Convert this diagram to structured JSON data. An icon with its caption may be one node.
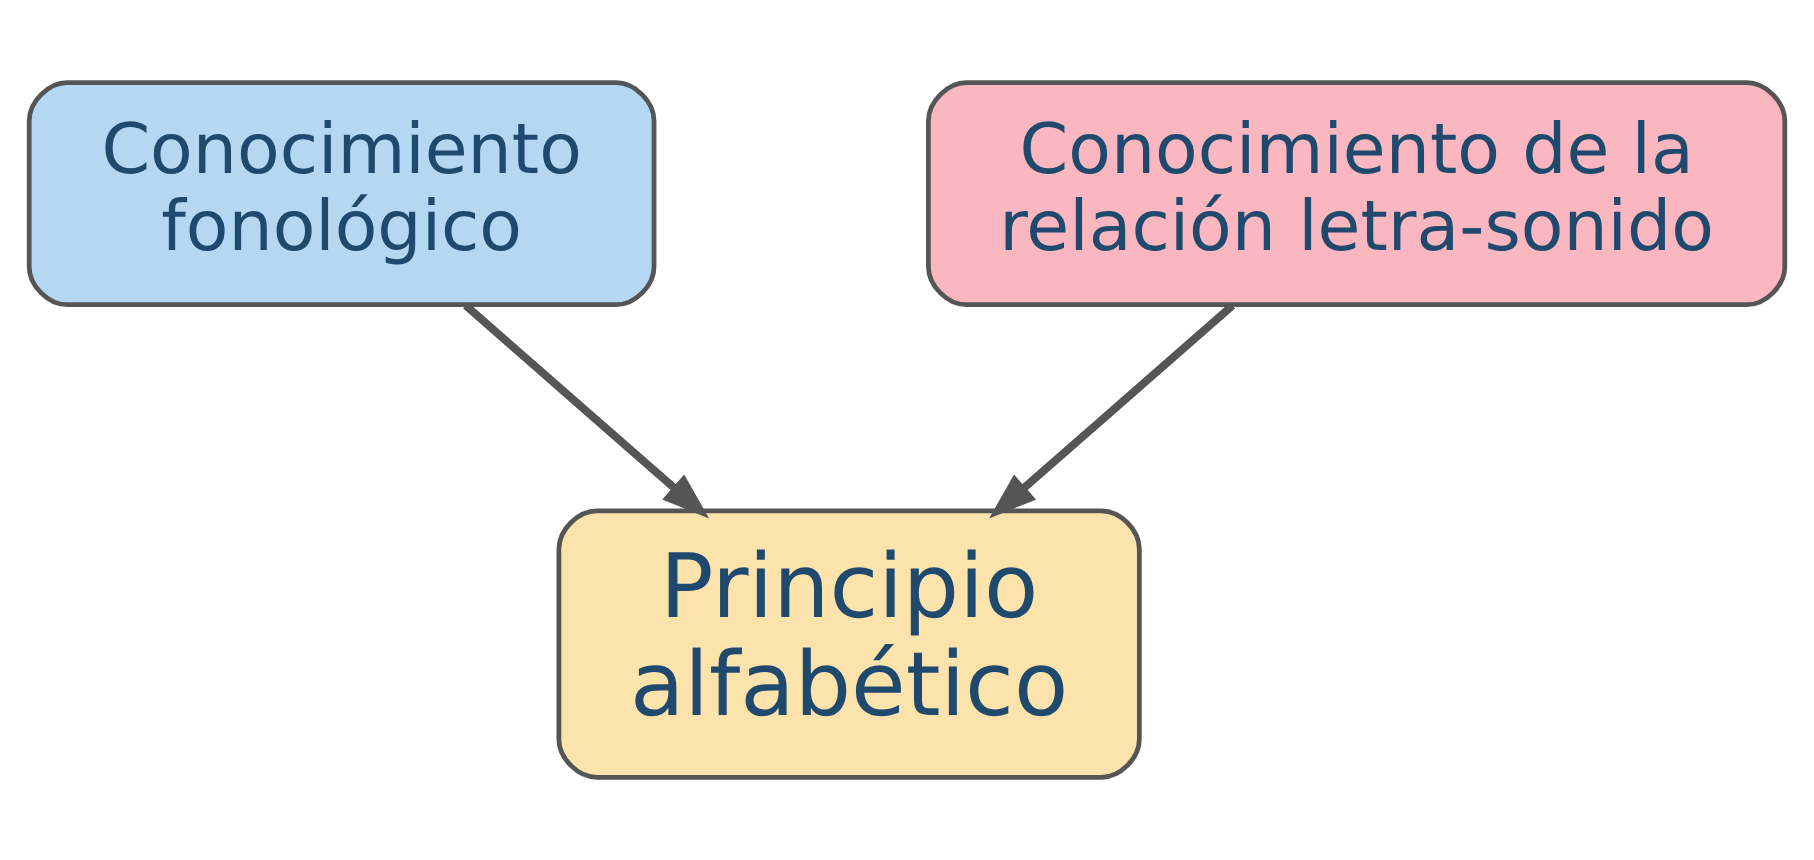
{
  "diagram": {
    "nodes": [
      {
        "text": [
          "Conocimiento fonológico"
        ]
      },
      {
        "text": [
          "Conocimiento de la relación letra-sonido"
        ]
      },
      {
        "text": [
          "Principio alfabético"
        ]
      }
    ],
    "edges": [
      {
        "from": 0,
        "to": 2,
        "arrow": "to"
      },
      {
        "from": 1,
        "to": 2,
        "arrow": "to"
      }
    ]
  }
}
